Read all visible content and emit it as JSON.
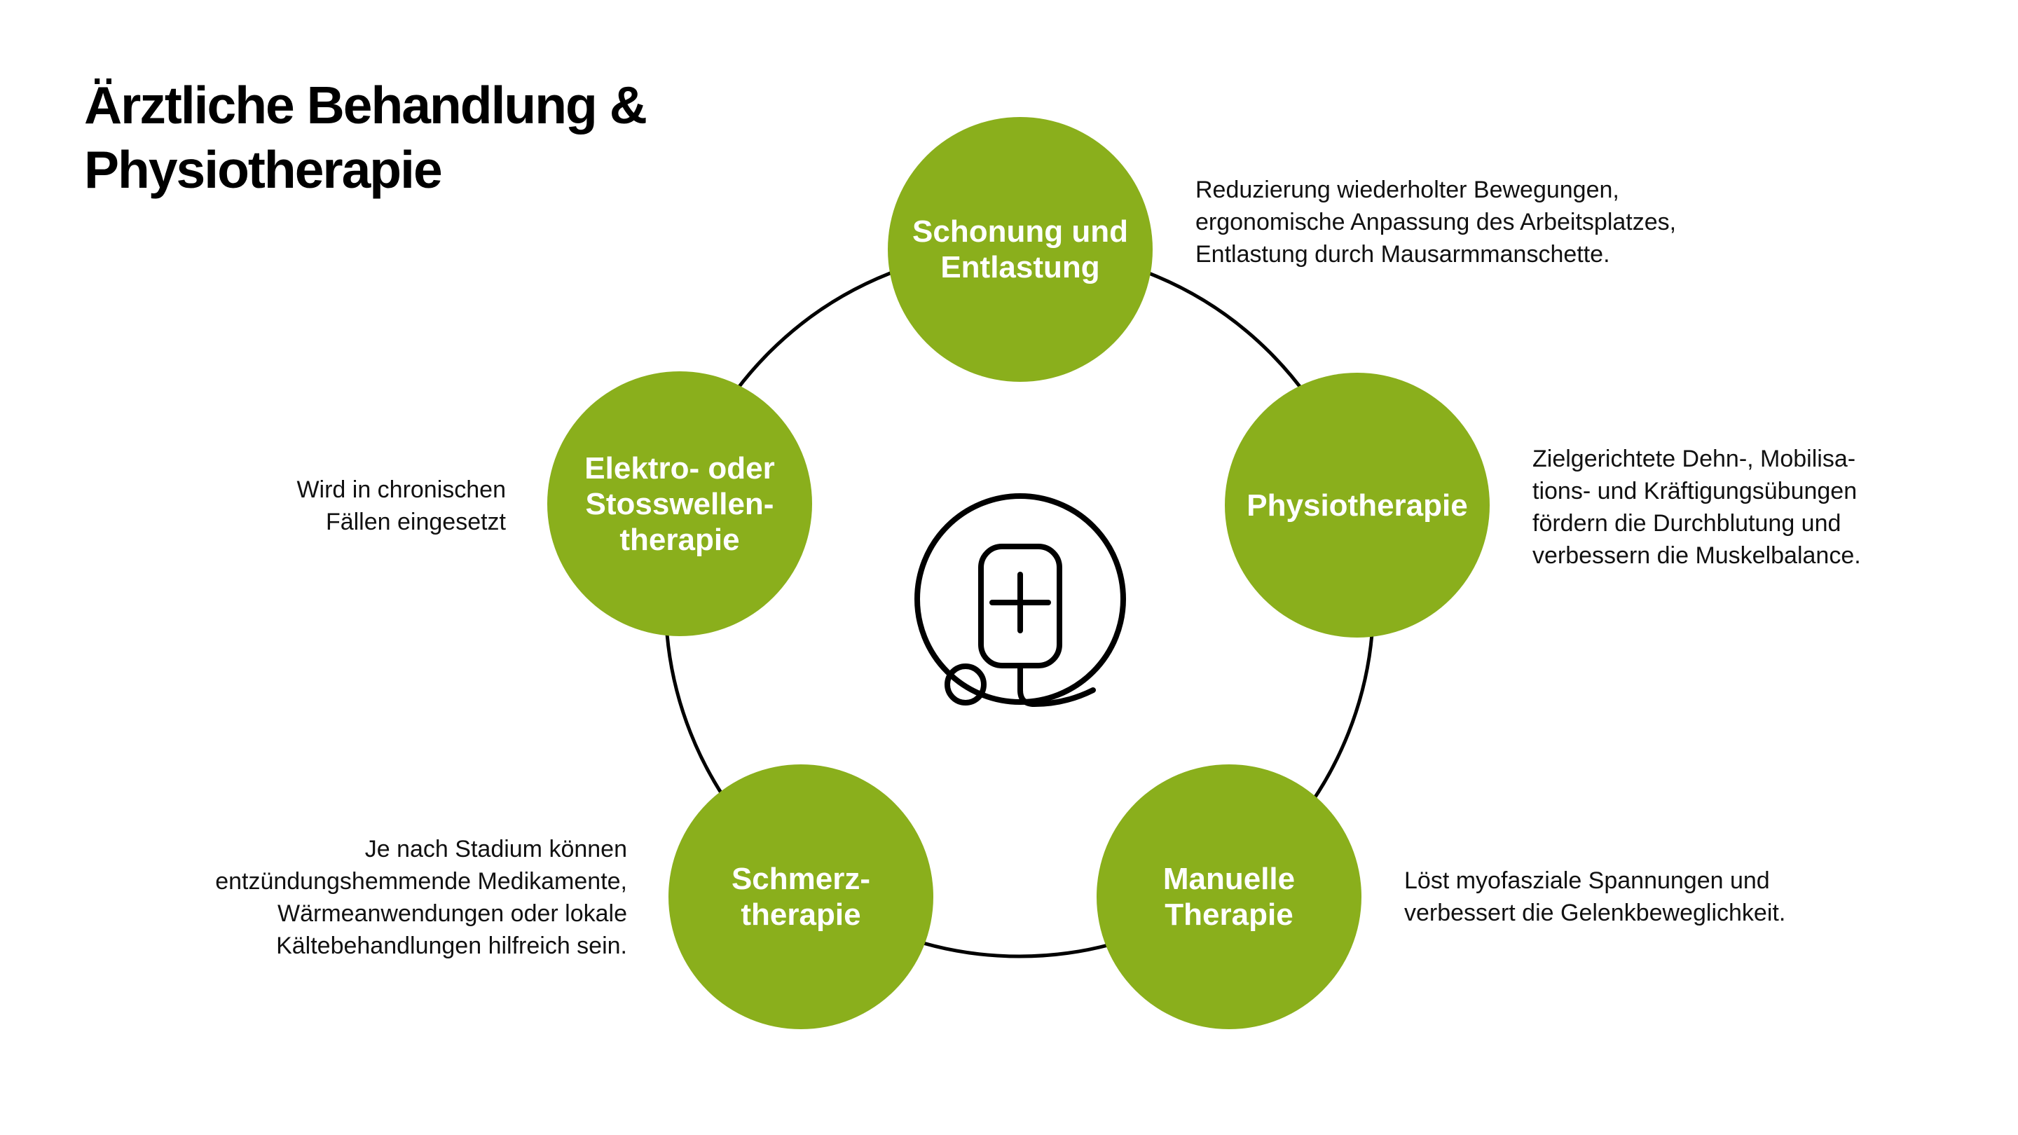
{
  "title": {
    "line1": "Ärztliche Behandlung &",
    "line2": "Physiotherapie"
  },
  "center_icon": "stethoscope-plus-icon",
  "colors": {
    "node_fill": "#8aaf1c",
    "node_text": "#ffffff",
    "ring_stroke": "#000000"
  },
  "nodes": [
    {
      "label": "Schonung und\nEntlastung",
      "description": "Reduzierung wiederholter Bewegungen,\nergonomische Anpassung des Arbeitsplatzes,\nEntlastung durch Mausarmmanschette."
    },
    {
      "label": "Physiotherapie",
      "description": "Zielgerichtete Dehn-, Mobilisa-\ntions- und Kräftigungsübungen\nfördern die Durchblutung und\nverbessern die Muskelbalance."
    },
    {
      "label": "Manuelle\nTherapie",
      "description": "Löst myofasziale Spannungen und\nverbessert die Gelenkbeweglichkeit."
    },
    {
      "label": "Schmerz-\ntherapie",
      "description": "Je nach Stadium können\nentzündungshemmende Medikamente,\nWärmeanwendungen oder lokale\nKältebehandlungen hilfreich sein."
    },
    {
      "label": "Elektro- oder\nStosswellen-\ntherapie",
      "description": "Wird in chronischen\nFällen eingesetzt"
    }
  ]
}
